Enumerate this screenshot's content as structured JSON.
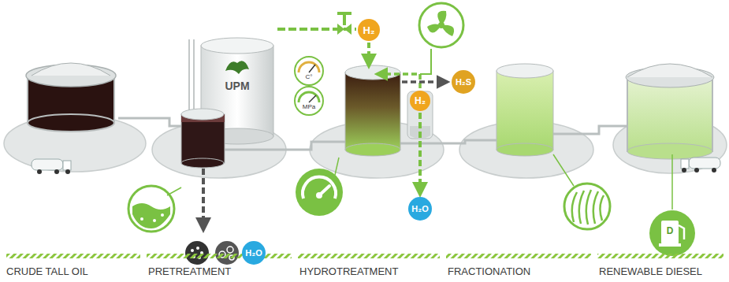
{
  "diagram": {
    "nodes": [
      {
        "text": [
          "H₂"
        ]
      },
      {
        "text": [
          "H₂"
        ]
      },
      {
        "text": [
          "H₂S"
        ]
      },
      {
        "text": [
          "H₂O"
        ]
      },
      {
        "text": [
          "H₂O"
        ]
      }
    ],
    "edges": [
      {
        "from": 1,
        "to": 4,
        "arrow": "to"
      }
    ],
    "labels": [
      "UPM",
      "C°",
      "MPa",
      "D",
      "CRUDE TALL OIL",
      "PRETREATMENT",
      "HYDROTREATMENT",
      "FRACTIONATION",
      "RENEWABLE DIESEL"
    ]
  }
}
